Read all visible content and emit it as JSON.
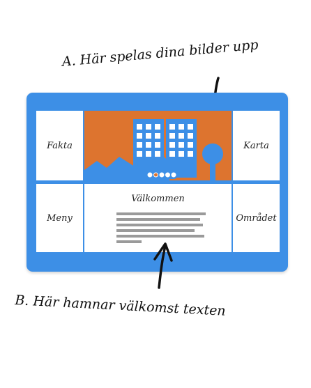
{
  "annotations": {
    "a": "A. Här spelas dina bilder upp",
    "b": "B. Här hamnar välkomst texten"
  },
  "cells": {
    "fakta": "Fakta",
    "karta": "Karta",
    "meny": "Meny",
    "omradet": "Området"
  },
  "welcome": {
    "title": "Välkommen"
  },
  "slider": {
    "dot_count": 5,
    "active_dot": 1
  },
  "icons": [
    "building-icon",
    "tree-icon",
    "hill-icon",
    "arrow-icon"
  ],
  "colors": {
    "frame": "#3d8fe6",
    "slider_bg": "#dd742f",
    "building": "#3d8fe6",
    "text_lines": "#9a9a9a"
  }
}
